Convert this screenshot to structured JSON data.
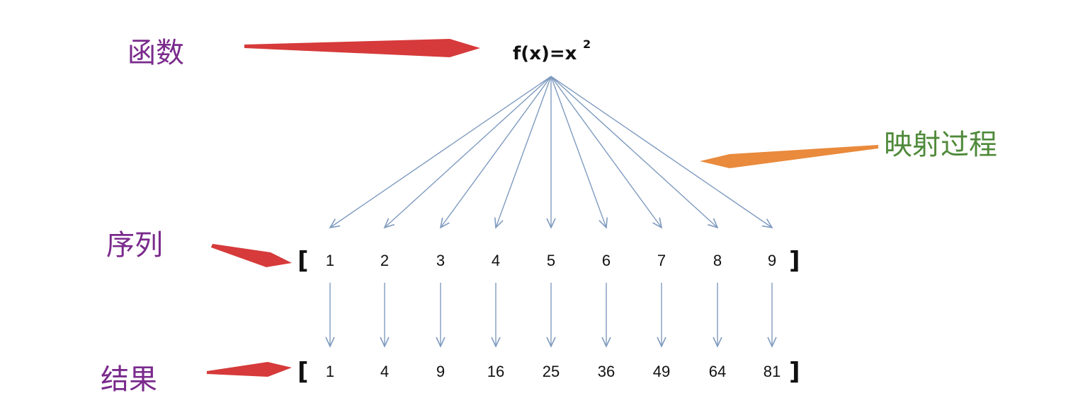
{
  "labels": {
    "function": "函数",
    "mapping": "映射过程",
    "sequence": "序列",
    "result": "结果"
  },
  "function_expr": {
    "base": "f(x)=x",
    "exponent": "2"
  },
  "brackets": {
    "open": "[",
    "close": "]"
  },
  "sequence": [
    "1",
    "2",
    "3",
    "4",
    "5",
    "6",
    "7",
    "8",
    "9"
  ],
  "results": [
    "1",
    "4",
    "9",
    "16",
    "25",
    "36",
    "49",
    "64",
    "81"
  ],
  "colors": {
    "label_purple": "#7a2a8c",
    "label_green": "#4f8a3a",
    "arrow_red": "#d63a3a",
    "arrow_orange": "#e98a3c",
    "line_blue": "#7f9bbf"
  }
}
